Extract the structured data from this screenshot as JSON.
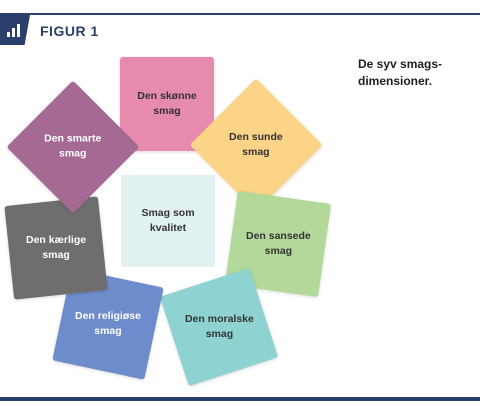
{
  "figure": {
    "title": "FIGUR 1",
    "icon": "bar-chart-icon"
  },
  "caption": "De syv smags-\ndimensioner.",
  "diagram": {
    "center": {
      "label": "Smag som\nkvalitet",
      "color": "#e2f1f1",
      "text_color": "#333333"
    },
    "tiles": [
      {
        "label": "Den skønne\nsmag",
        "color": "#e78bae",
        "text_color": "#333333"
      },
      {
        "label": "Den sunde\nsmag",
        "color": "#fbd488",
        "text_color": "#333333"
      },
      {
        "label": "Den sansede\nsmag",
        "color": "#b2d89a",
        "text_color": "#333333"
      },
      {
        "label": "Den moralske\nsmag",
        "color": "#8ed3d1",
        "text_color": "#333333"
      },
      {
        "label": "Den religiøse\nsmag",
        "color": "#6c8ccc",
        "text_color": "#ffffff"
      },
      {
        "label": "Den kærlige\nsmag",
        "color": "#6e6e6e",
        "text_color": "#ffffff"
      },
      {
        "label": "Den smarte\nsmag",
        "color": "#a56a93",
        "text_color": "#ffffff"
      }
    ]
  }
}
